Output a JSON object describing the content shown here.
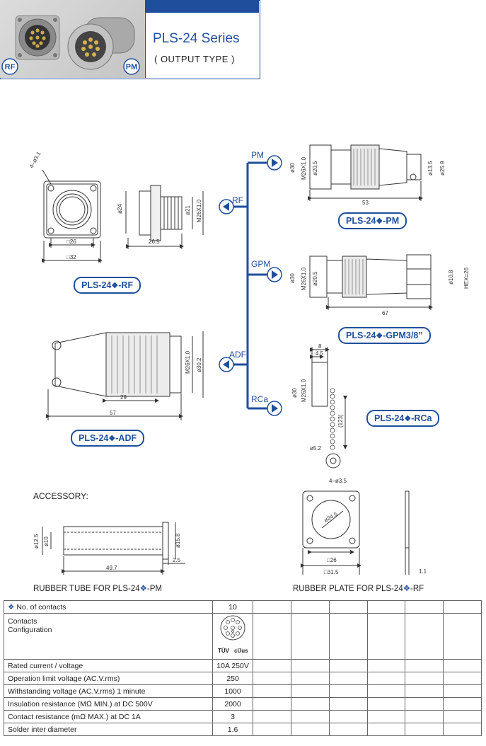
{
  "header": {
    "series_title": "PLS-24 Series",
    "subtitle": "( OUTPUT TYPE )",
    "badge_left": "RF",
    "badge_right": "PM"
  },
  "branches": {
    "pm": "PM",
    "rf": "RF",
    "gpm": "GPM",
    "adf": "ADF",
    "rca": "RCa"
  },
  "products": {
    "rf": {
      "prefix": "PLS-24",
      "suffix": "-RF"
    },
    "pm": {
      "prefix": "PLS-24",
      "suffix": "-PM"
    },
    "gpm": {
      "prefix": "PLS-24",
      "suffix": "-GPM3/8”"
    },
    "adf": {
      "prefix": "PLS-24",
      "suffix": "-ADF"
    },
    "rca": {
      "prefix": "PLS-24",
      "suffix": "-RCa"
    }
  },
  "diamond_glyph": "❖",
  "dims": {
    "rf_front": {
      "holes": "4–ø3.1",
      "inner": "□26",
      "outer": "□32"
    },
    "rf_side": {
      "d24": "ø24",
      "d21": "ø21",
      "thread": "M26X1.0",
      "len": "26.5"
    },
    "pm": {
      "d30": "ø30",
      "thread": "M26X1.0",
      "d20_5": "ø20.5",
      "d13_5": "ø13.5",
      "d25_9": "ø25.9",
      "len": "53"
    },
    "gpm": {
      "d30": "ø30",
      "thread": "M26X1.0",
      "d20_5": "ø20.5",
      "d10_8": "ø10.8",
      "hex": "HEX=26",
      "len": "67"
    },
    "adf": {
      "thread": "M26X1.0",
      "d30_2": "ø30.2",
      "len29": "29",
      "len57": "57"
    },
    "rca": {
      "d30": "ø30",
      "thread": "M26X1.0",
      "w8": "8",
      "w4_5": "4.5",
      "chain": "(123)",
      "ring": "ø5.2"
    },
    "tube": {
      "d12_5": "ø12.5",
      "d10": "ø10",
      "d15_8": "ø15.8",
      "len": "49.7",
      "lip": "2.5"
    },
    "plate": {
      "holes": "4–ø3.5",
      "d24_5": "ø24.5",
      "inner": "□26",
      "outer": "□31.5",
      "thick": "1.1"
    }
  },
  "accessory": {
    "heading": "ACCESSORY:",
    "tube_caption_prefix": "RUBBER TUBE FOR PLS-24",
    "tube_caption_suffix": "-PM",
    "plate_caption_prefix": "RUBBER PLATE FOR PLS-24",
    "plate_caption_suffix": "-RF"
  },
  "spec_table": {
    "header_label": "No. of contacts",
    "header_value": "10",
    "config_label_1": "Contacts",
    "config_label_2": "Configuration",
    "cert_1": "TÜV",
    "cert_2": "cƲus",
    "rows": [
      {
        "label": "Rated current / voltage",
        "value": "10A 250V"
      },
      {
        "label": "Operation limit voltage (AC.V.rms)",
        "value": "250"
      },
      {
        "label": "Withstanding voltage (AC.V.rms) 1 minute",
        "value": "1000"
      },
      {
        "label": "Insulation resistance (MΩ MIN.) at DC 500V",
        "value": "2000"
      },
      {
        "label": "Contact resistance (mΩ MAX.) at DC 1A",
        "value": "3"
      },
      {
        "label": "Solder inter diameter",
        "value": "1.6"
      }
    ]
  },
  "colors": {
    "accent": "#1f4f9c",
    "line": "#333333"
  }
}
